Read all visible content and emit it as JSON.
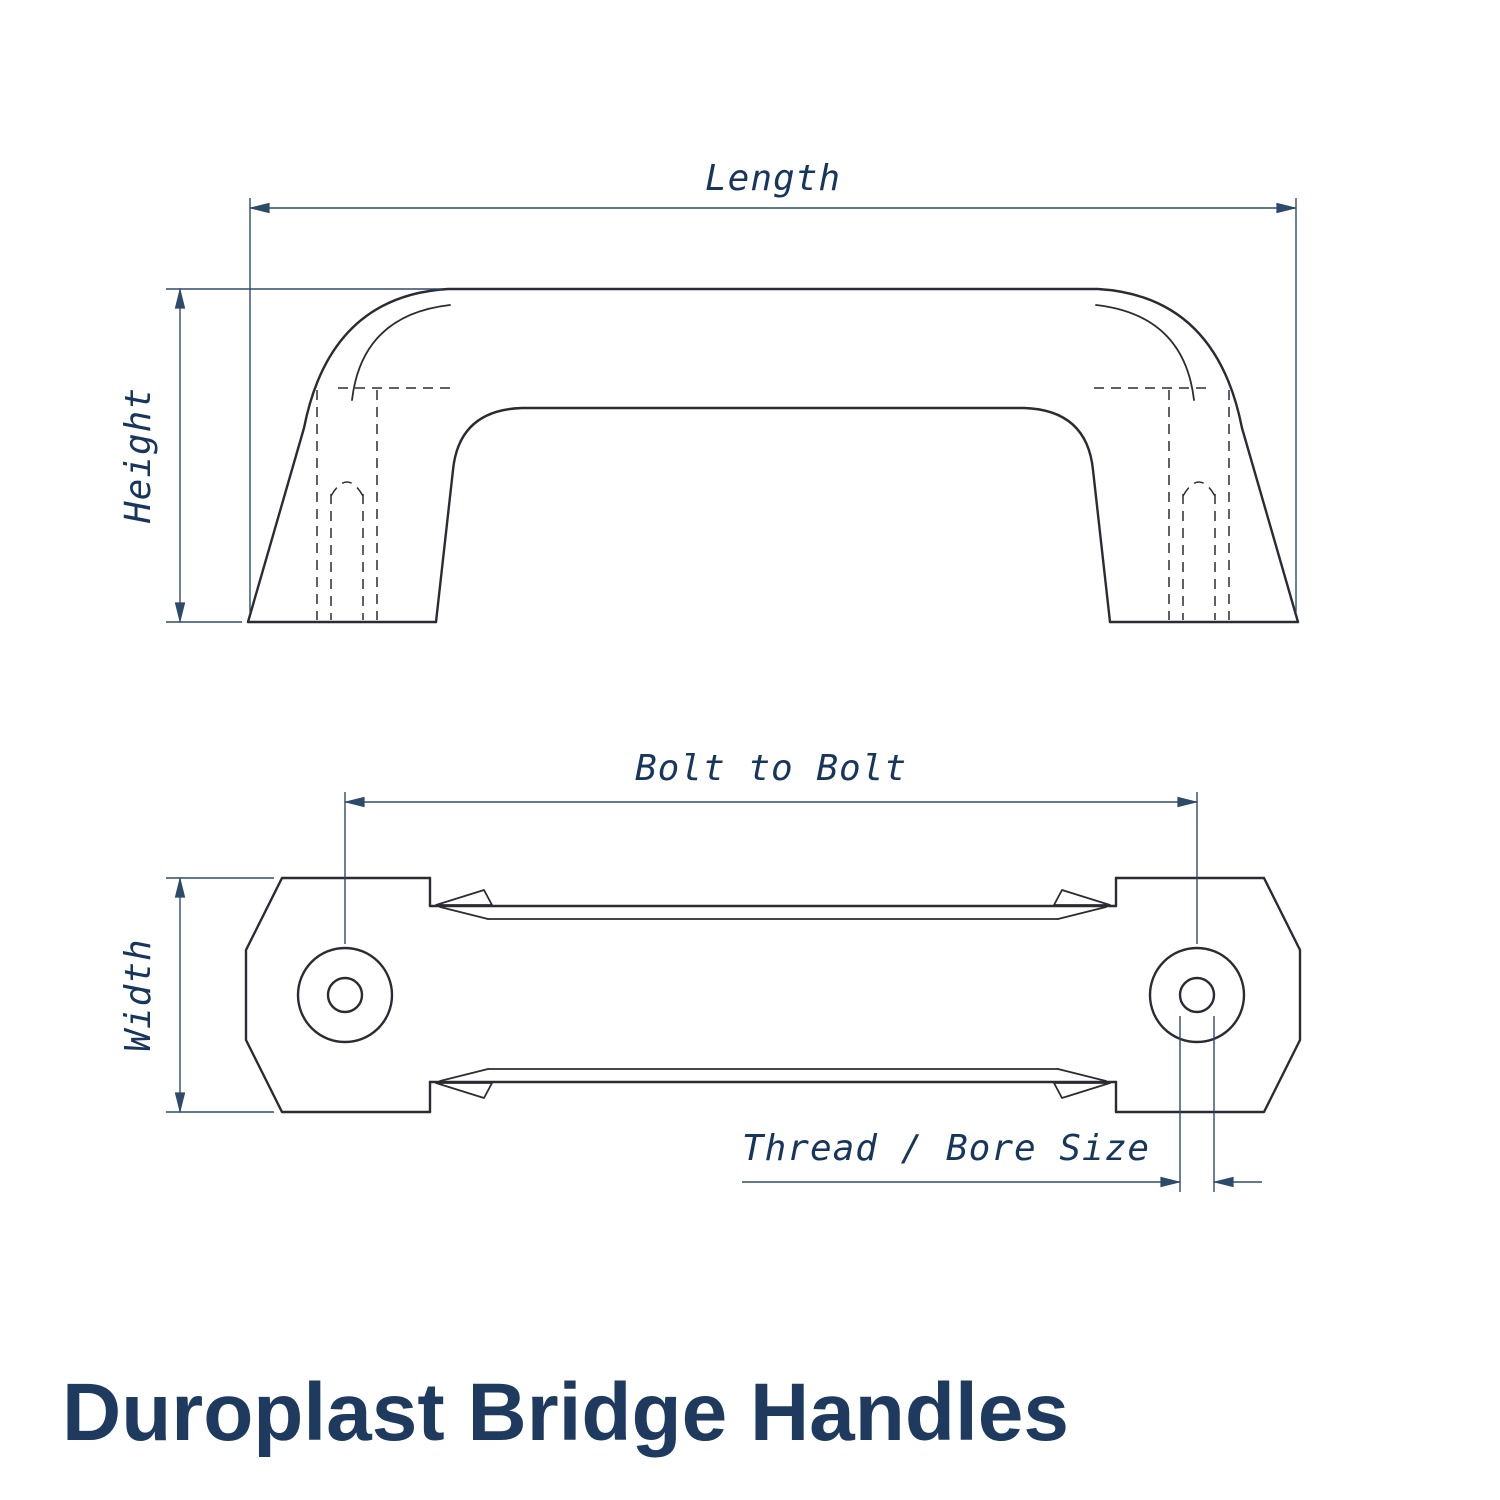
{
  "title": "Duroplast Bridge Handles",
  "labels": {
    "length": "Length",
    "height": "Height",
    "bolt_to_bolt": "Bolt to Bolt",
    "width": "Width",
    "thread_bore": "Thread / Bore Size"
  },
  "colors": {
    "background": "#ffffff",
    "outline": "#2b2b33",
    "dimension": "#2e4a6b",
    "label_text": "#17365d",
    "title_text": "#1f3a5f"
  }
}
